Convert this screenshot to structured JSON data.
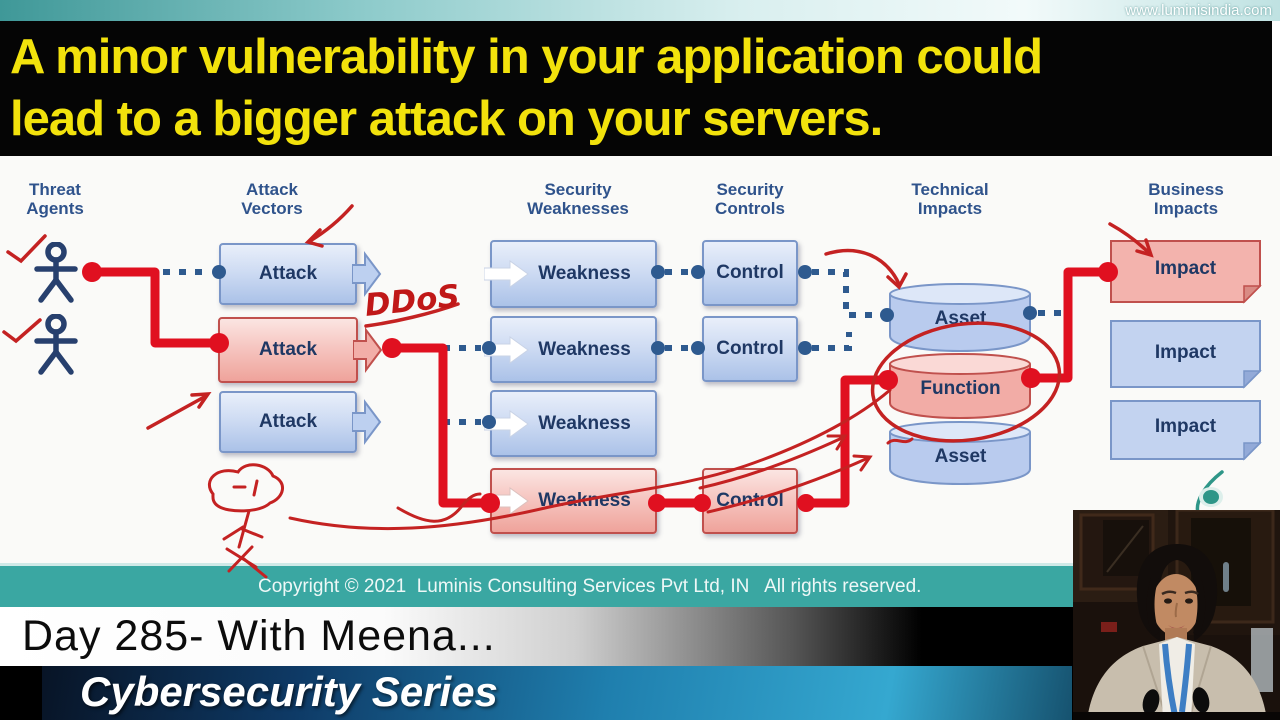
{
  "topbar": {
    "url": "www.luminisindia.com"
  },
  "banner": {
    "title": "A minor vulnerability in your application could\nlead to a bigger attack on your servers."
  },
  "diagram": {
    "headers": [
      {
        "label": "Threat\nAgents"
      },
      {
        "label": "Attack\nVectors"
      },
      {
        "label": "Security\nWeaknesses"
      },
      {
        "label": "Security\nControls"
      },
      {
        "label": "Technical\nImpacts"
      },
      {
        "label": "Business\nImpacts"
      }
    ],
    "attacks": [
      {
        "label": "Attack",
        "variant": "blue"
      },
      {
        "label": "Attack",
        "variant": "red"
      },
      {
        "label": "Attack",
        "variant": "blue"
      }
    ],
    "weaknesses": [
      {
        "label": "Weakness",
        "variant": "blue"
      },
      {
        "label": "Weakness",
        "variant": "blue"
      },
      {
        "label": "Weakness",
        "variant": "blue"
      },
      {
        "label": "Weakness",
        "variant": "red"
      }
    ],
    "controls": [
      {
        "label": "Control",
        "variant": "blue"
      },
      {
        "label": "Control",
        "variant": "blue"
      },
      {
        "label": "Control",
        "variant": "red"
      }
    ],
    "datastores": [
      {
        "label": "Asset",
        "variant": "blue"
      },
      {
        "label": "Function",
        "variant": "red"
      },
      {
        "label": "Asset",
        "variant": "blue"
      }
    ],
    "impacts": [
      {
        "label": "Impact",
        "variant": "red"
      },
      {
        "label": "Impact",
        "variant": "blue"
      },
      {
        "label": "Impact",
        "variant": "blue"
      }
    ],
    "annotations": {
      "ddos": "DDoS"
    }
  },
  "copyright": {
    "text": "Copyright © 2021  Luminis Consulting Services Pvt Ltd, IN   All rights reserved."
  },
  "lower_third": {
    "day_line": "Day 285- With Meena...",
    "series_line": "Cybersecurity Series"
  },
  "icons": {
    "threat_agent_1": "stick-figure",
    "threat_agent_2": "stick-figure",
    "pen_cursor": "teal-pen-cursor"
  },
  "colors": {
    "headline_yellow": "#f2e20c",
    "banner_black": "#050505",
    "box_blue_fill": "#cfdcf3",
    "box_blue_border": "#7a96c8",
    "box_red_fill": "#f6c6c1",
    "box_red_border": "#c0504d",
    "box_text_navy": "#1f3864",
    "connector_blue": "#2e5a8f",
    "path_red": "#e01020",
    "annotation_red": "#c42222",
    "copyright_teal": "#3aa7a2",
    "series_blue": "#1f7fae"
  }
}
